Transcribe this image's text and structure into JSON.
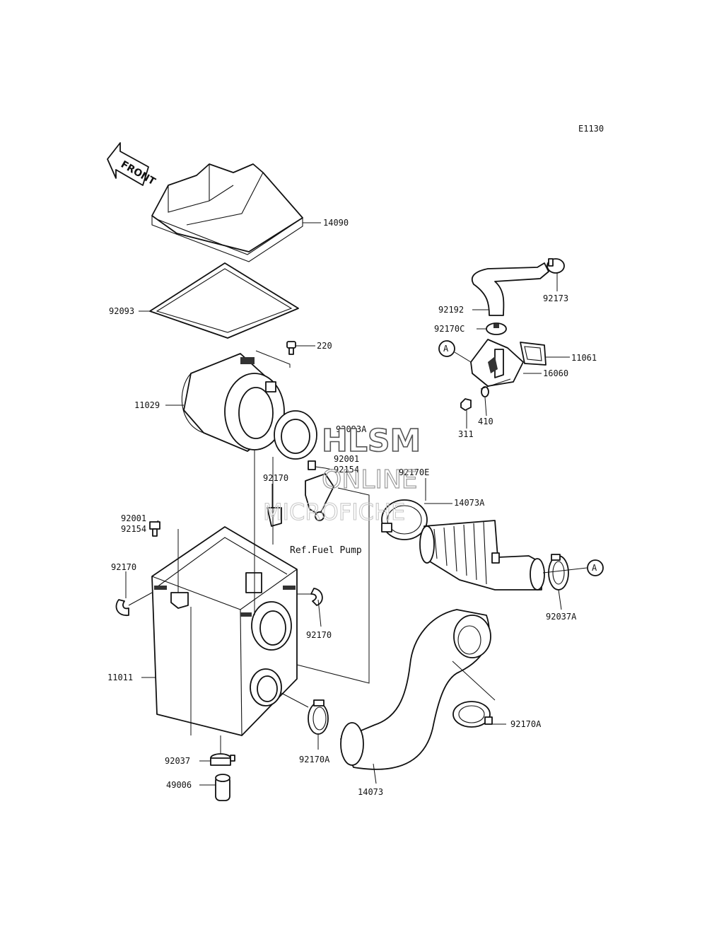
{
  "diagram_code": "E1130",
  "front_arrow_label": "FRONT",
  "reference_note": "Ref.Fuel Pump",
  "watermark": {
    "line1": "HLSM",
    "line2": "ONLINE",
    "line3": "MICROFICHE"
  },
  "callouts": {
    "c14090": "14090",
    "c92093": "92093",
    "c220": "220",
    "c11029": "11029",
    "c92093A": "92093A",
    "c92001_a": "92001",
    "c92154_a": "92154",
    "c92170E": "92170E",
    "c14073A": "14073A",
    "c92170_top": "92170",
    "c92001_b": "92001",
    "c92154_b": "92154",
    "c92170_left": "92170",
    "c92170_right": "92170",
    "c11011": "11011",
    "c92037": "92037",
    "c49006": "49006",
    "c92170A_left": "92170A",
    "c14073": "14073",
    "c92170A_right": "92170A",
    "c92037A": "92037A",
    "c92192": "92192",
    "c92173": "92173",
    "c92170C": "92170C",
    "c11061": "11061",
    "c16060": "16060",
    "c311": "311",
    "c410": "410",
    "ref_A_left": "A",
    "ref_A_right": "A"
  }
}
